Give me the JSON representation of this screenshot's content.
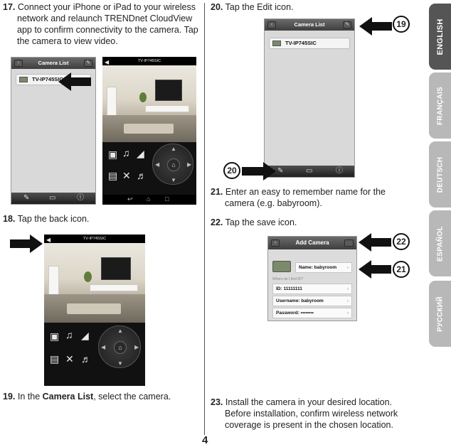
{
  "steps": {
    "s17": {
      "number": "17.",
      "line1": "Connect your iPhone or iPad to your wireless",
      "line2": "network and relaunch TRENDnet CloudView",
      "line3": "app to confirm connectivity to the camera. Tap",
      "line4": "the camera to view video."
    },
    "s18": {
      "number": "18.",
      "text": "Tap the back icon."
    },
    "s19": {
      "number": "19.",
      "pre": "In the ",
      "bold": "Camera List",
      "post": ", select the camera."
    },
    "s20": {
      "number": "20.",
      "text": "Tap the Edit icon."
    },
    "s21": {
      "number": "21.",
      "line1": "Enter an easy to remember name for the",
      "line2": "camera (e.g. babyroom)."
    },
    "s22": {
      "number": "22.",
      "text": "Tap the save icon."
    },
    "s23": {
      "number": "23.",
      "line1": "Install the camera in your desired location.",
      "line2": "Before installation, confirm wireless network",
      "line3": "coverage is present in the chosen location."
    }
  },
  "screens": {
    "camera_list_title": "Camera List",
    "camera_name": "TV-IP745SIC",
    "video_title": "TV-IP745SIC",
    "add_camera_title": "Add Camera",
    "name_field": "Name: babyroom",
    "where_label": "Where do I find ID?",
    "id_field": "ID: 11111111",
    "username_field": "Username: babyroom",
    "password_field": "Password: ••••••••"
  },
  "callouts": {
    "c19": "19",
    "c20": "20",
    "c21": "21",
    "c22": "22"
  },
  "languages": [
    "ENGLISH",
    "FRANÇAIS",
    "DEUTSCH",
    "ESPAÑOL",
    "РУССКИЙ"
  ],
  "page_number": "4",
  "colors": {
    "active_tab": "#555555",
    "inactive_tab": "#b8b8b8"
  }
}
